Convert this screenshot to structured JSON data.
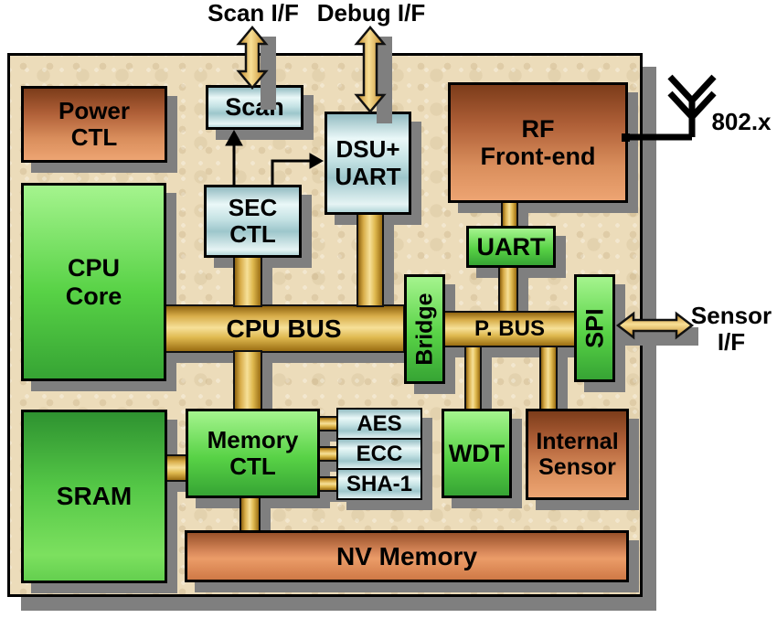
{
  "diagram": {
    "external": {
      "scan_if": "Scan I/F",
      "debug_if": "Debug I/F",
      "radio": "802.x",
      "sensor_line1": "Sensor",
      "sensor_line2": "I/F"
    },
    "buses": {
      "cpu_bus": "CPU BUS",
      "p_bus": "P. BUS"
    },
    "blocks": {
      "power_ctl": {
        "l1": "Power",
        "l2": "CTL"
      },
      "cpu_core": {
        "l1": "CPU",
        "l2": "Core"
      },
      "sram": {
        "l1": "SRAM"
      },
      "scan": {
        "l1": "Scan"
      },
      "sec_ctl": {
        "l1": "SEC",
        "l2": "CTL"
      },
      "dsu_uart": {
        "l1": "DSU+",
        "l2": "UART"
      },
      "rf_frontend": {
        "l1": "RF",
        "l2": "Front-end"
      },
      "uart": {
        "l1": "UART"
      },
      "bridge": {
        "l1": "Bridge"
      },
      "spi": {
        "l1": "SPI"
      },
      "memory_ctl": {
        "l1": "Memory",
        "l2": "CTL"
      },
      "aes": {
        "l1": "AES"
      },
      "ecc": {
        "l1": "ECC"
      },
      "sha1": {
        "l1": "SHA-1"
      },
      "wdt": {
        "l1": "WDT"
      },
      "internal_sensor": {
        "l1": "Internal",
        "l2": "Sensor"
      },
      "nv_memory": {
        "l1": "NV Memory"
      }
    },
    "icons": {
      "scan_arrow": "double-headed-vertical-arrow",
      "debug_arrow": "double-headed-vertical-arrow",
      "sensor_arrow": "double-headed-horizontal-arrow",
      "antenna": "antenna",
      "sec_to_scan": "up-arrow-connector",
      "sec_to_dsu": "elbow-right-arrow-connector"
    },
    "colors": {
      "board_tan": "#ecdcba",
      "block_green": "#58d246",
      "block_orange": "#d98e5c",
      "block_blue": "#c3e1e3",
      "bus_gold": "#e6c364",
      "arrow_gold": "#f0c060",
      "shadow_gray": "#7f7f7f",
      "outline_black": "#111111"
    }
  }
}
